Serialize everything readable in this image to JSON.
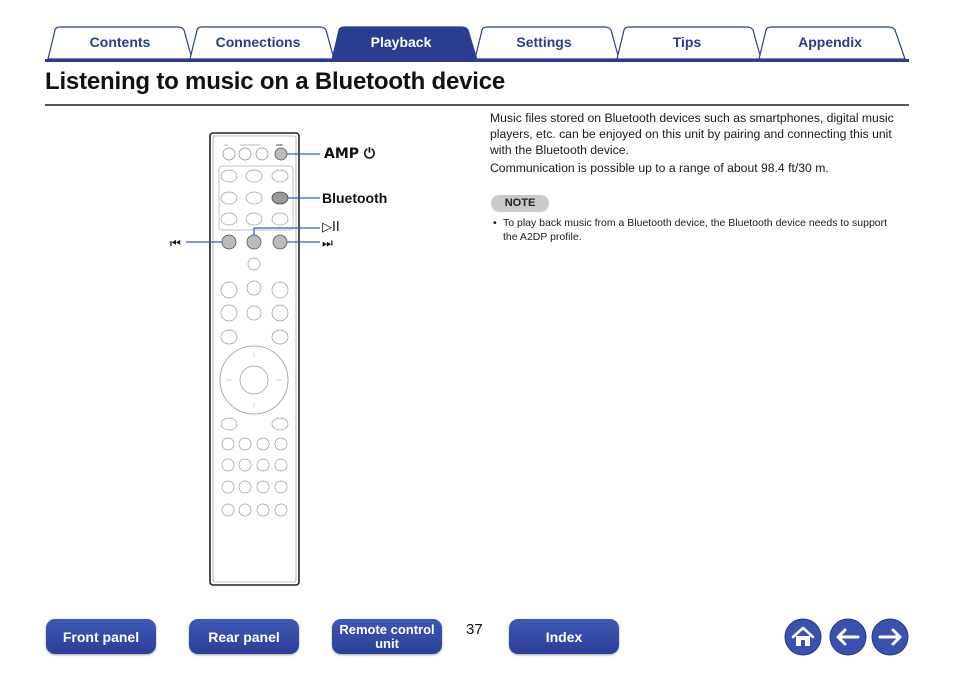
{
  "tabs": [
    {
      "label": "Contents",
      "active": false
    },
    {
      "label": "Connections",
      "active": false
    },
    {
      "label": "Playback",
      "active": true
    },
    {
      "label": "Settings",
      "active": false
    },
    {
      "label": "Tips",
      "active": false
    },
    {
      "label": "Appendix",
      "active": false
    }
  ],
  "title": "Listening to music on a Bluetooth device",
  "body": {
    "p1": "Music files stored on Bluetooth devices such as smartphones, digital music players, etc. can be enjoyed on this unit by pairing and connecting this unit with the Bluetooth device.",
    "p2": "Communication is possible up to a range of about 98.4 ft/30 m."
  },
  "note": {
    "badge": "NOTE",
    "items": [
      "To play back music from a Bluetooth device, the Bluetooth device needs to support the A2DP profile."
    ]
  },
  "remote": {
    "callouts": {
      "amp": "AMP ⏻",
      "bluetooth": "Bluetooth",
      "play_pause": "▷II",
      "prev": "⏮",
      "next": "⏭"
    }
  },
  "footer": {
    "front_panel": "Front panel",
    "rear_panel": "Rear panel",
    "remote_control_unit": "Remote control unit",
    "page_number": "37",
    "index": "Index"
  },
  "icons": {
    "home": "home-icon",
    "back": "arrow-left-icon",
    "forward": "arrow-right-icon"
  },
  "colors": {
    "tab_blue": "#2a3d8f",
    "button_blue": "#3a51b0",
    "accent_blue": "#2d5fc4"
  }
}
